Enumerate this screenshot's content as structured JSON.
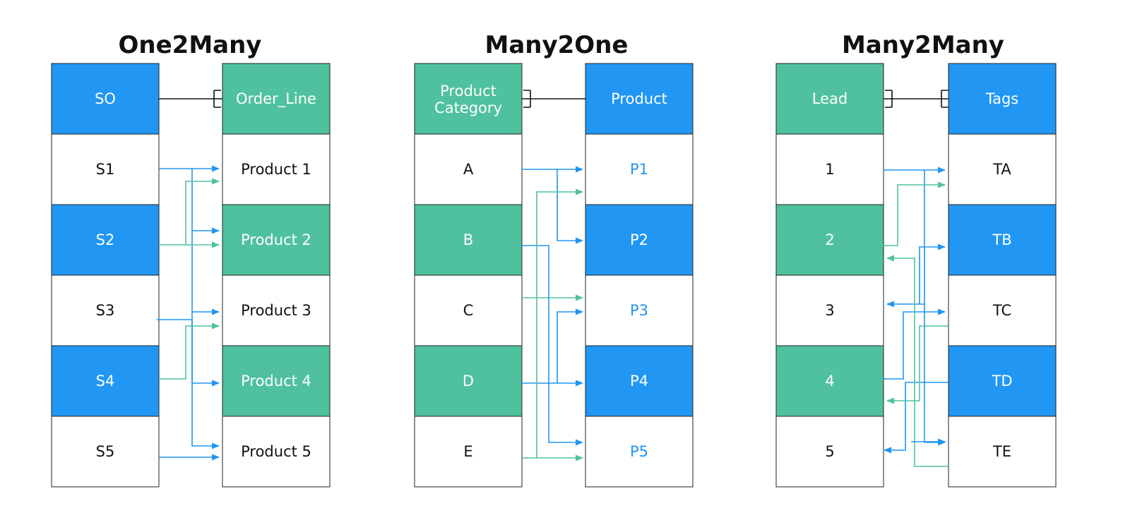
{
  "colors": {
    "blue": "#2196f3",
    "green": "#4fc19e",
    "white": "#ffffff",
    "border": "#222222",
    "text_dark": "#111111",
    "text_light": "#ffffff",
    "text_blue": "#2196f3"
  },
  "diagrams": [
    {
      "title": "One2Many",
      "left": {
        "header": {
          "label": "SO",
          "color": "blue"
        },
        "cells": [
          {
            "label": "S1",
            "color": "white"
          },
          {
            "label": "S2",
            "color": "blue"
          },
          {
            "label": "S3",
            "color": "white"
          },
          {
            "label": "S4",
            "color": "blue"
          },
          {
            "label": "S5",
            "color": "white"
          }
        ]
      },
      "right": {
        "header": {
          "label": "Order_Line",
          "color": "green"
        },
        "cells": [
          {
            "label": "Product 1",
            "color": "white"
          },
          {
            "label": "Product 2",
            "color": "green"
          },
          {
            "label": "Product 3",
            "color": "white"
          },
          {
            "label": "Product 4",
            "color": "green"
          },
          {
            "label": "Product 5",
            "color": "white"
          }
        ]
      },
      "relation_notation": "one-to-many"
    },
    {
      "title": "Many2One",
      "left": {
        "header": {
          "label": "Product Category",
          "color": "green"
        },
        "cells": [
          {
            "label": "A",
            "color": "white"
          },
          {
            "label": "B",
            "color": "green"
          },
          {
            "label": "C",
            "color": "white"
          },
          {
            "label": "D",
            "color": "green"
          },
          {
            "label": "E",
            "color": "white"
          }
        ]
      },
      "right": {
        "header": {
          "label": "Product",
          "color": "blue"
        },
        "cells": [
          {
            "label": "P1",
            "color": "white",
            "text_color": "text_blue"
          },
          {
            "label": "P2",
            "color": "blue"
          },
          {
            "label": "P3",
            "color": "white",
            "text_color": "text_blue"
          },
          {
            "label": "P4",
            "color": "blue"
          },
          {
            "label": "P5",
            "color": "white",
            "text_color": "text_blue"
          }
        ]
      },
      "relation_notation": "many-to-one"
    },
    {
      "title": "Many2Many",
      "left": {
        "header": {
          "label": "Lead",
          "color": "green"
        },
        "cells": [
          {
            "label": "1",
            "color": "white"
          },
          {
            "label": "2",
            "color": "green"
          },
          {
            "label": "3",
            "color": "white"
          },
          {
            "label": "4",
            "color": "green"
          },
          {
            "label": "5",
            "color": "white"
          }
        ]
      },
      "right": {
        "header": {
          "label": "Tags",
          "color": "blue"
        },
        "cells": [
          {
            "label": "TA",
            "color": "white"
          },
          {
            "label": "TB",
            "color": "blue"
          },
          {
            "label": "TC",
            "color": "white"
          },
          {
            "label": "TD",
            "color": "blue"
          },
          {
            "label": "TE",
            "color": "white"
          }
        ]
      },
      "relation_notation": "many-to-many"
    }
  ]
}
